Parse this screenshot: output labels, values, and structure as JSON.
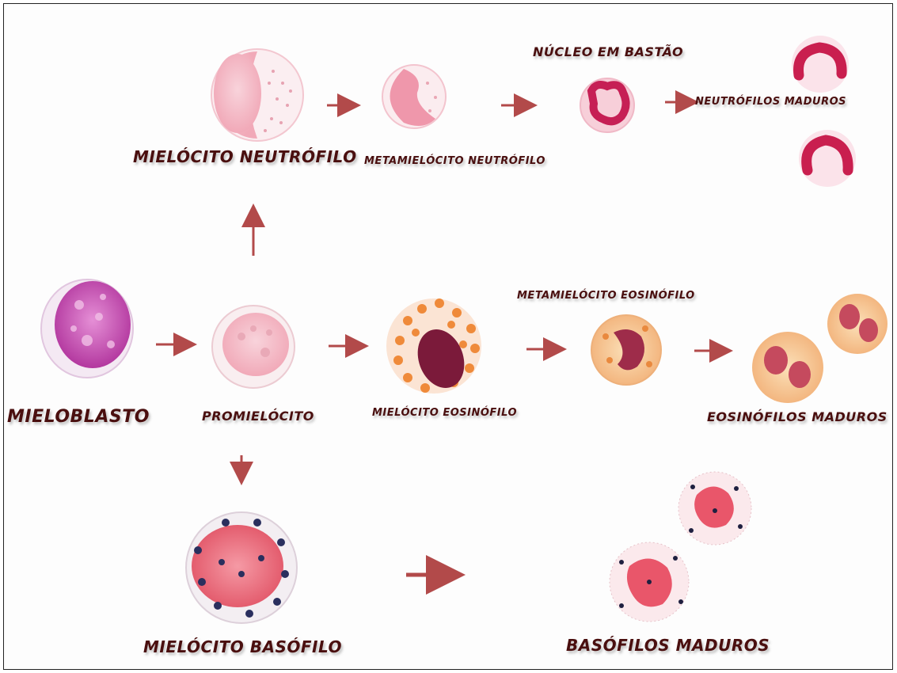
{
  "labels": {
    "mielocito_neutrofilo": "MIELÓCITO NEUTRÓFILO",
    "metamielocito_neutrofilo": "METAMIELÓCITO NEUTRÓFILO",
    "nucleo_em_bastao": "NÚCLEO EM BASTÃO",
    "neutrofilos_maduros": "NEUTRÓFILOS MADUROS",
    "mieloblasto": "MIELOBLASTO",
    "promielocito": "PROMIELÓCITO",
    "mielocito_eosinofilo": "MIELÓCITO EOSINÓFILO",
    "metamielocito_eosinofilo": "METAMIELÓCITO EOSINÓFILO",
    "eosinofilos_maduros": "EOSINÓFILOS MADUROS",
    "mielocito_basofilo": "MIELÓCITO BASÓFILO",
    "basofilos_maduros": "BASÓFILOS MADUROS"
  },
  "colors": {
    "label": "#4a0f0f",
    "arrow": "#b24a4a",
    "neutrophil": "#f3b9c4",
    "eosinophil_granule": "#f0893a",
    "basophil_granule": "#2a2f5e",
    "blast_nucleus": "#c04bb0"
  }
}
